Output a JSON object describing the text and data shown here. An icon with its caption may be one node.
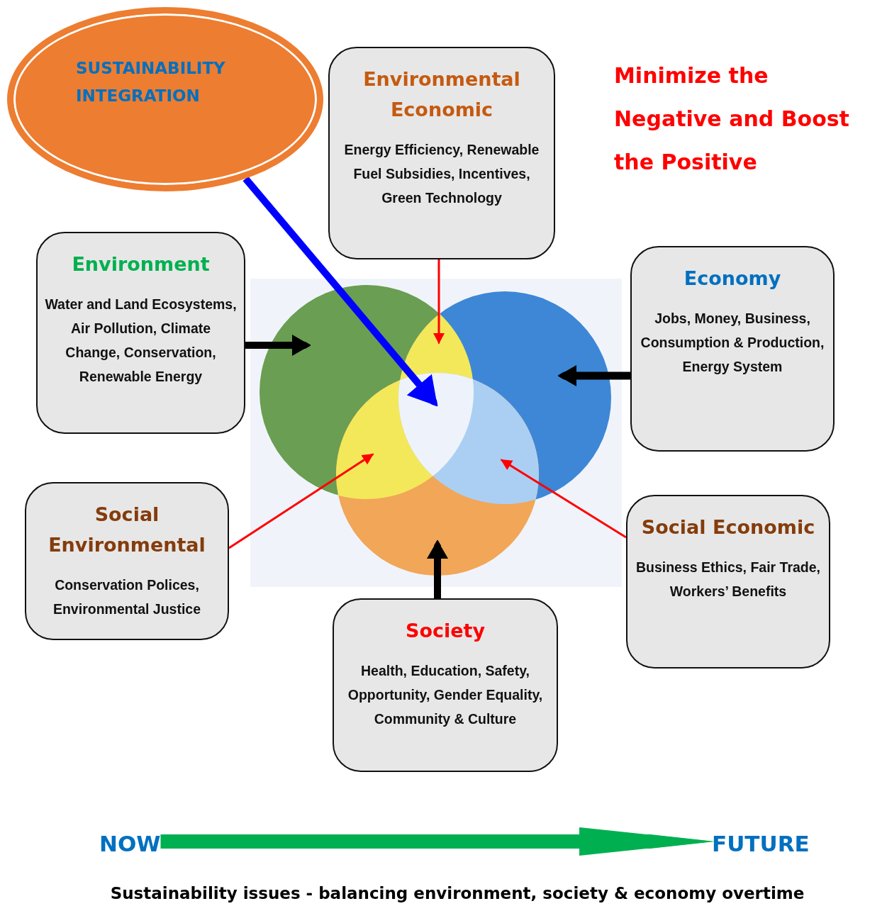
{
  "diagram": {
    "caption": "Sustainability issues - balancing environment, society & economy overtime",
    "nodes": [
      {
        "text": [
          "SUSTAINABILITY INTEGRATION"
        ]
      },
      {
        "text": [
          "Environmental Economic",
          "Energy Efficiency, Renewable Fuel Subsidies, Incentives, Green Technology"
        ]
      },
      {
        "text": [
          "Environment",
          "Water and Land Ecosystems, Air Pollution, Climate Change, Conservation, Renewable Energy"
        ]
      },
      {
        "text": [
          "Economy",
          "Jobs, Money, Business, Consumption & Production, Energy System"
        ]
      },
      {
        "text": [
          "Social Environmental",
          "Conservation Polices, Environmental Justice"
        ]
      },
      {
        "text": [
          "Social Economic",
          "Business Ethics, Fair Trade, Workers’ Benefits"
        ]
      },
      {
        "text": [
          "Society",
          "Health, Education, Safety, Opportunity, Gender Equality, Community & Culture"
        ]
      },
      {
        "text": [],
        "shape": "picture"
      },
      {
        "text": [
          "NOW"
        ]
      },
      {
        "text": [
          "FUTURE"
        ]
      }
    ],
    "edges": [
      {
        "from": 0,
        "to": 7,
        "arrow": "to",
        "color": "#0000ff"
      },
      {
        "from": 1,
        "to": 7,
        "arrow": "to",
        "color": "#ff0000"
      },
      {
        "from": 2,
        "to": 7,
        "arrow": "to",
        "color": "#000000"
      },
      {
        "from": 3,
        "to": 7,
        "arrow": "to",
        "color": "#000000"
      },
      {
        "from": 4,
        "to": 7,
        "arrow": "to",
        "color": "#ff0000"
      },
      {
        "from": 5,
        "to": 7,
        "arrow": "to",
        "color": "#ff0000"
      },
      {
        "from": 6,
        "to": 7,
        "arrow": "to",
        "color": "#000000"
      },
      {
        "from": 8,
        "to": 9,
        "arrow": "to",
        "style": "thick",
        "color": "#00b050"
      }
    ],
    "labels": [
      "Minimize the Negative and Boost the Positive"
    ]
  }
}
